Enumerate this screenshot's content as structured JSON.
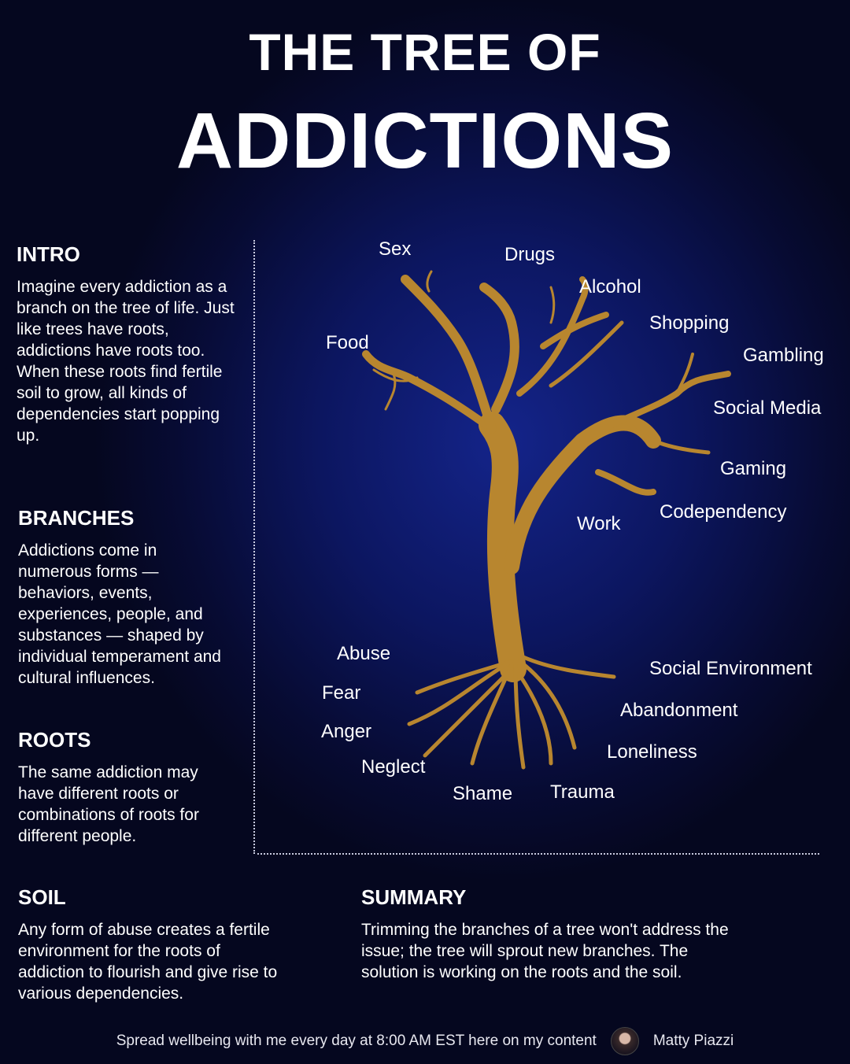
{
  "title": {
    "line1": "THE TREE OF",
    "line2": "ADDICTIONS"
  },
  "sections": {
    "intro": {
      "heading": "INTRO",
      "body": "Imagine every addiction as a branch on the tree of life. Just like trees have roots, addictions have roots too. When these roots find fertile soil to grow, all kinds of dependencies start popping up."
    },
    "branches": {
      "heading": "BRANCHES",
      "body": "Addictions come in numerous forms — behaviors, events, experiences, people, and substances — shaped by individual temperament and cultural influences."
    },
    "roots": {
      "heading": "ROOTS",
      "body": "The same addiction may have different roots or combinations of roots for different people."
    },
    "soil": {
      "heading": "SOIL",
      "body": "Any form of abuse creates a fertile environment for the roots of addiction to flourish and give rise to various dependencies."
    },
    "summary": {
      "heading": "SUMMARY",
      "body": "Trimming the branches of a tree won't address the issue; the tree will sprout new branches. The solution is working on the roots and the soil."
    }
  },
  "branch_labels": [
    "Sex",
    "Drugs",
    "Alcohol",
    "Shopping",
    "Food",
    "Gambling",
    "Social Media",
    "Gaming",
    "Work",
    "Codependency"
  ],
  "root_labels": [
    "Abuse",
    "Fear",
    "Anger",
    "Neglect",
    "Shame",
    "Trauma",
    "Social Environment",
    "Abandonment",
    "Loneliness"
  ],
  "footer": {
    "text": "Spread wellbeing with me every day at 8:00 AM EST here on my content",
    "author": "Matty Piazzi"
  },
  "colors": {
    "tree": "#b8862f",
    "background": "#0c1660"
  }
}
